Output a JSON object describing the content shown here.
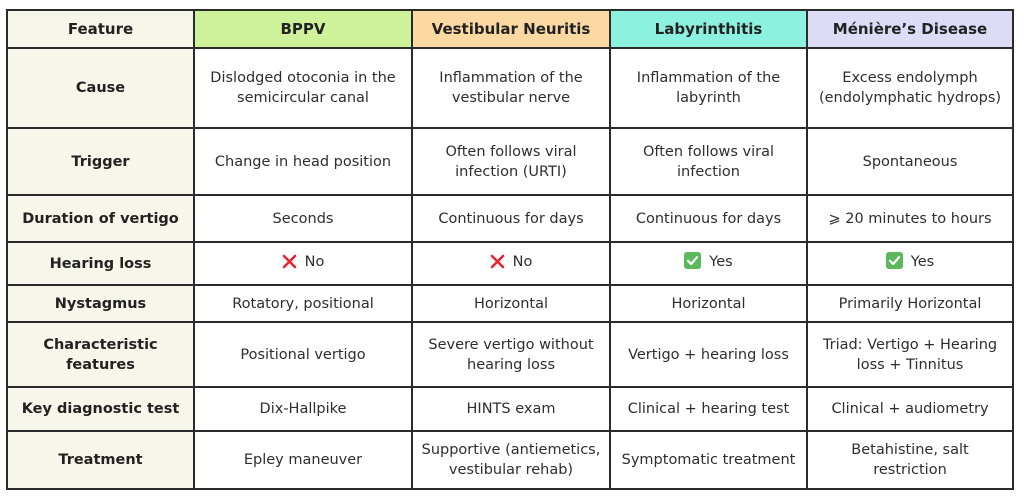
{
  "table": {
    "headers": [
      "Feature",
      "BPPV",
      "Vestibular Neuritis",
      "Labyrinthitis",
      "Ménière’s Disease"
    ],
    "header_colors": [
      "#f6f6ea",
      "#cef29a",
      "#fcd9a3",
      "#8cf2df",
      "#dcdcf6"
    ],
    "rows": [
      {
        "label": "Cause",
        "cells": [
          "Dislodged otoconia in the semicircular canal",
          "Inflammation of the vestibular nerve",
          "Inflammation of the labyrinth",
          "Excess endolymph (endolymphatic hydrops)"
        ]
      },
      {
        "label": "Trigger",
        "cells": [
          "Change in head position",
          "Often follows viral infection (URTI)",
          "Often follows viral infection",
          "Spontaneous"
        ]
      },
      {
        "label": "Duration of vertigo",
        "cells": [
          "Seconds",
          "Continuous for days",
          "Continuous for days",
          "⩾ 20 minutes to hours"
        ]
      },
      {
        "label": "Hearing loss",
        "cells": [
          "No",
          "No",
          "Yes",
          "Yes"
        ],
        "icons": [
          "cross-icon",
          "cross-icon",
          "check-icon",
          "check-icon"
        ]
      },
      {
        "label": "Nystagmus",
        "cells": [
          "Rotatory, positional",
          "Horizontal",
          "Horizontal",
          "Primarily Horizontal"
        ]
      },
      {
        "label": "Characteristic features",
        "cells": [
          "Positional vertigo",
          "Severe vertigo without hearing loss",
          "Vertigo + hearing loss",
          "Triad: Vertigo + Hearing loss + Tinnitus"
        ]
      },
      {
        "label": "Key diagnostic test",
        "cells": [
          "Dix-Hallpike",
          "HINTS exam",
          "Clinical + hearing test",
          "Clinical + audiometry"
        ]
      },
      {
        "label": "Treatment",
        "cells": [
          "Epley maneuver",
          "Supportive (antiemetics, vestibular rehab)",
          "Symptomatic treatment",
          "Betahistine, salt restriction"
        ]
      }
    ]
  },
  "colors": {
    "border": "#2b2b2b",
    "first_column_bg": "#f6f6ea",
    "cross_red": "#e8242c",
    "check_green": "#5cb85c"
  }
}
